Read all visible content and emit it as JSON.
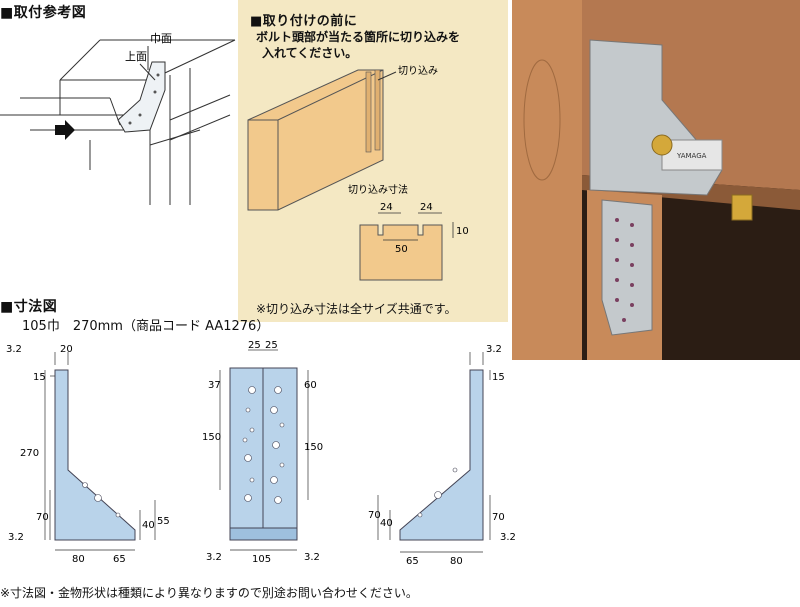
{
  "sections": {
    "install_reference": {
      "title": "■取付参考図",
      "label_face": "巾面",
      "label_top": "上面"
    },
    "before_install": {
      "title": "■取り付けの前に",
      "lines": [
        "ボルト頭部が当たる箇所に切り込みを",
        "入れてください。"
      ],
      "cut_label": "切り込み",
      "cut_dims_title": "切り込み寸法",
      "dims": {
        "left": "24",
        "right": "24",
        "gap": "50",
        "depth": "10"
      },
      "note": "※切り込み寸法は全サイズ共通です。"
    },
    "dimension_drawing": {
      "title": "■寸法図",
      "subtitle": "105巾　270mm（商品コード AA1276）"
    }
  },
  "left_bracket": {
    "d_thick_top": "3.2",
    "d_flange": "20",
    "d_15": "15",
    "d_270": "270",
    "d_70": "70",
    "d_thick_bottom": "3.2",
    "d_40": "40",
    "d_55": "55",
    "d_80": "80",
    "d_65": "65"
  },
  "front_bracket": {
    "d_25a": "25",
    "d_25b": "25",
    "d_37": "37",
    "d_60": "60",
    "d_150a": "150",
    "d_150b": "150",
    "d_32l": "3.2",
    "d_105": "105",
    "d_32r": "3.2"
  },
  "right_bracket": {
    "d_thick_top": "3.2",
    "d_15": "15",
    "d_70a": "70",
    "d_40": "40",
    "d_70b": "70",
    "d_thick_bottom": "3.2",
    "d_65": "65",
    "d_80": "80"
  },
  "footer": "※寸法図・金物形状は種類により異なりますので別途お問い合わせください。",
  "photo": {
    "sticker": "YAMAGA"
  },
  "colors": {
    "panel": "#f4e8c3",
    "metal": "#b9d3ea",
    "wood": "#f2c98c",
    "wood_photo": "#b47850"
  }
}
